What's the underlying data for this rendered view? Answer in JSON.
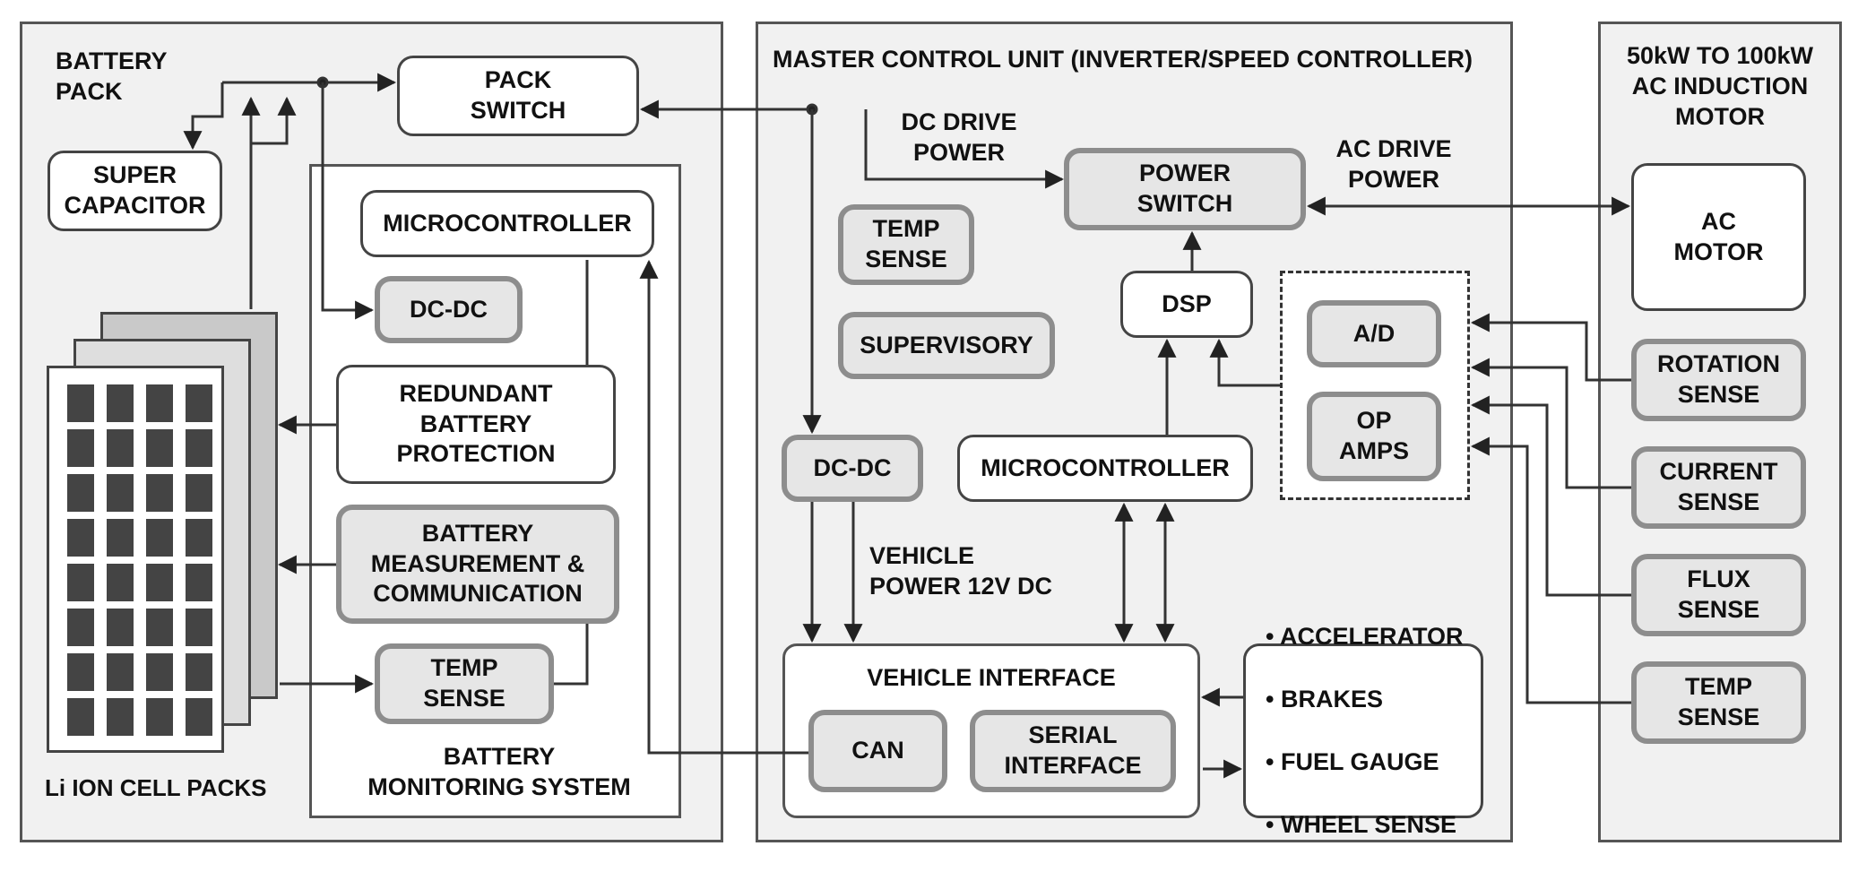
{
  "battery_pack": {
    "label": "BATTERY\nPACK",
    "pack_switch": "PACK\nSWITCH",
    "super_capacitor": "SUPER\nCAPACITOR",
    "cell_packs_label": "Li ION CELL PACKS",
    "bms": {
      "title": "BATTERY\nMONITORING SYSTEM",
      "microcontroller": "MICROCONTROLLER",
      "dc_dc": "DC-DC",
      "redundant_protection": "REDUNDANT\nBATTERY\nPROTECTION",
      "measurement": "BATTERY\nMEASUREMENT &\nCOMMUNICATION",
      "temp_sense": "TEMP\nSENSE"
    }
  },
  "master_control": {
    "title": "MASTER CONTROL UNIT (INVERTER/SPEED CONTROLLER)",
    "dc_drive_power": "DC DRIVE\nPOWER",
    "ac_drive_power": "AC DRIVE\nPOWER",
    "power_switch": "POWER\nSWITCH",
    "temp_sense": "TEMP\nSENSE",
    "supervisory": "SUPERVISORY",
    "dsp": "DSP",
    "ad": "A/D",
    "op_amps": "OP\nAMPS",
    "dc_dc": "DC-DC",
    "microcontroller": "MICROCONTROLLER",
    "vehicle_power": "VEHICLE\nPOWER 12V DC",
    "vehicle_interface": "VEHICLE INTERFACE",
    "can": "CAN",
    "serial_interface": "SERIAL\nINTERFACE",
    "vehicle_signals": [
      "ACCELERATOR",
      "BRAKES",
      "FUEL GAUGE",
      "WHEEL SENSE"
    ]
  },
  "motor": {
    "title": "50kW TO 100kW\nAC INDUCTION\nMOTOR",
    "ac_motor": "AC\nMOTOR",
    "rotation_sense": "ROTATION\nSENSE",
    "current_sense": "CURRENT\nSENSE",
    "flux_sense": "FLUX\nSENSE",
    "temp_sense": "TEMP\nSENSE"
  }
}
